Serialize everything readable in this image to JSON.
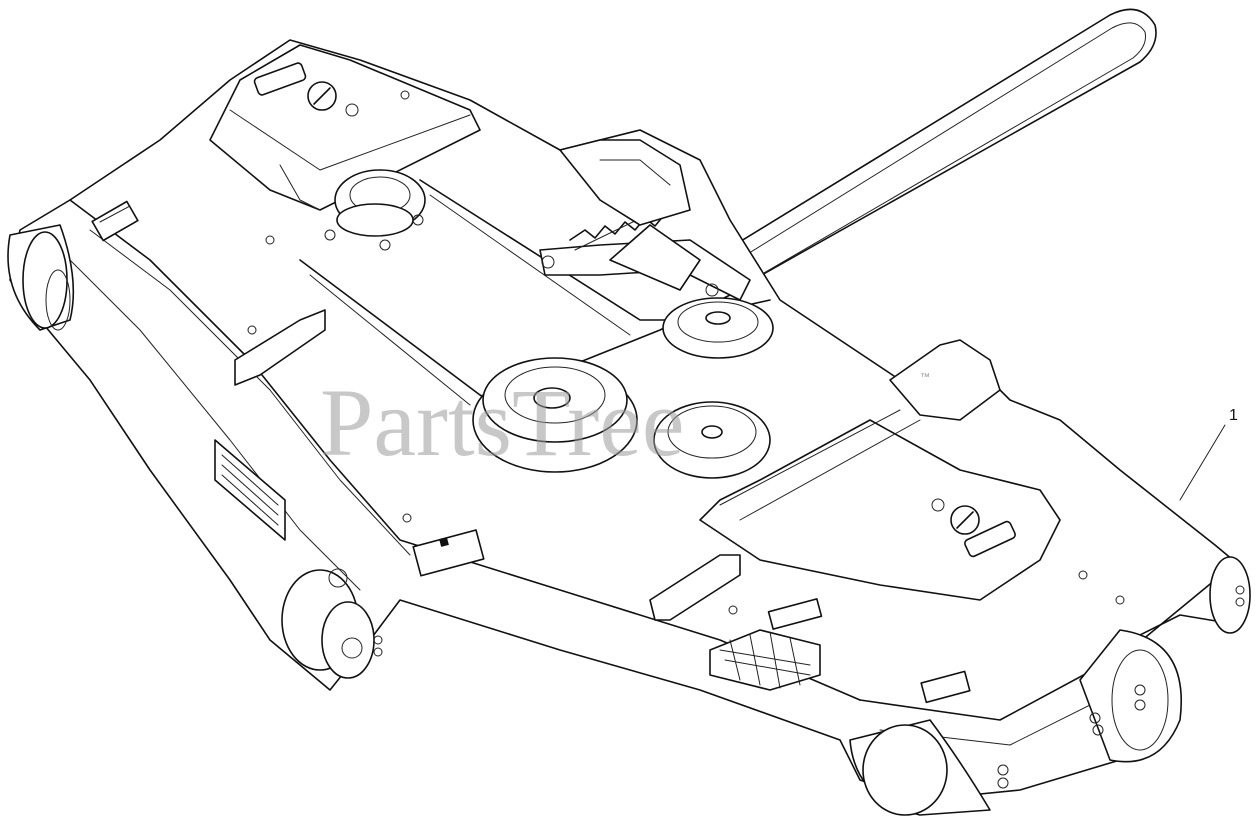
{
  "diagram": {
    "callouts": [
      {
        "id": "1",
        "label": "1"
      }
    ],
    "watermark": {
      "text": "PartsTree",
      "trademark": "™"
    }
  }
}
